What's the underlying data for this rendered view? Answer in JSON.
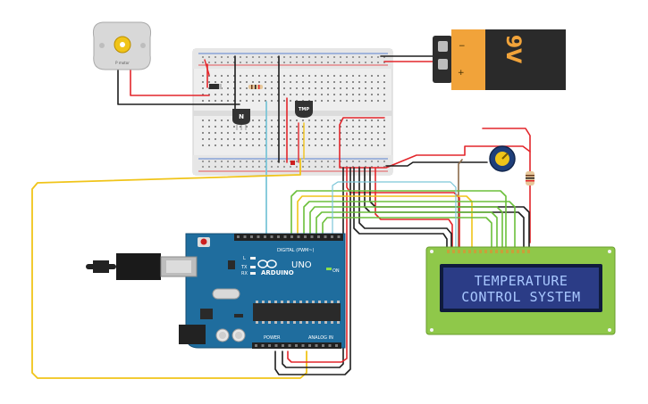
{
  "battery": {
    "label": "9V",
    "minus": "−",
    "plus": "+"
  },
  "lcd": {
    "line1": "TEMPERATURE",
    "line2": "CONTROL SYSTEM"
  },
  "arduino": {
    "brand": "ARDUINO",
    "model": "UNO",
    "digital_label": "DIGITAL (PWM~)",
    "analog_label": "ANALOG IN",
    "power_label": "POWER",
    "led_l": "L",
    "led_tx": "TX",
    "led_rx": "RX",
    "led_on": "ON"
  },
  "transistor": {
    "label": "N"
  },
  "sensor": {
    "label": "TMP"
  },
  "motor": {
    "label": "P motor"
  },
  "colors": {
    "wire_red": "#e3262b",
    "wire_black": "#1e1e1e",
    "wire_yellow": "#f0c419",
    "wire_green": "#6bbf3a",
    "wire_cyan": "#7cc6d8",
    "wire_brown": "#8b6b4a",
    "arduino_blue": "#1f6d9e",
    "lcd_green": "#8fc84a",
    "lcd_screen": "#2b3c86"
  }
}
